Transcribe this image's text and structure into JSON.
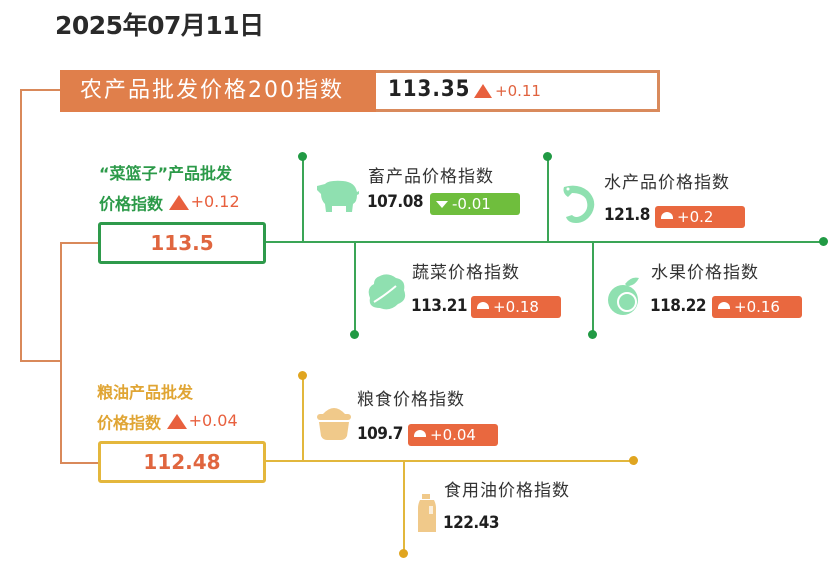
{
  "date": "2025年07月11日",
  "colors": {
    "orange": "#e07f4b",
    "green": "#2c9a49",
    "gold": "#e0a534",
    "up_red": "#e9683f",
    "down_green": "#6fbe3d",
    "icon_green": "#8fe0b0",
    "icon_tan": "#f0c98a"
  },
  "main_index": {
    "title": "农产品批发价格200指数",
    "value": "113.35",
    "change": "+0.11",
    "direction": "up"
  },
  "categories": [
    {
      "title_line1": "“菜篮子”产品批发",
      "title_line2": "价格指数",
      "change": "+0.12",
      "direction": "up",
      "value": "113.5",
      "items": [
        {
          "icon": "pig-icon",
          "title": "畜产品价格指数",
          "value": "107.08",
          "change": "-0.01",
          "direction": "down"
        },
        {
          "icon": "shrimp-icon",
          "title": "水产品价格指数",
          "value": "121.8",
          "change": "+0.2",
          "direction": "up"
        },
        {
          "icon": "vegetable-icon",
          "title": "蔬菜价格指数",
          "value": "113.21",
          "change": "+0.18",
          "direction": "up"
        },
        {
          "icon": "fruit-icon",
          "title": "水果价格指数",
          "value": "118.22",
          "change": "+0.16",
          "direction": "up"
        }
      ]
    },
    {
      "title_line1": "粮油产品批发",
      "title_line2": "价格指数",
      "change": "+0.04",
      "direction": "up",
      "value": "112.48",
      "items": [
        {
          "icon": "grain-icon",
          "title": "粮食价格指数",
          "value": "109.7",
          "change": "+0.04",
          "direction": "up"
        },
        {
          "icon": "oil-bottle-icon",
          "title": "食用油价格指数",
          "value": "122.43",
          "change": null,
          "direction": null
        }
      ]
    }
  ]
}
